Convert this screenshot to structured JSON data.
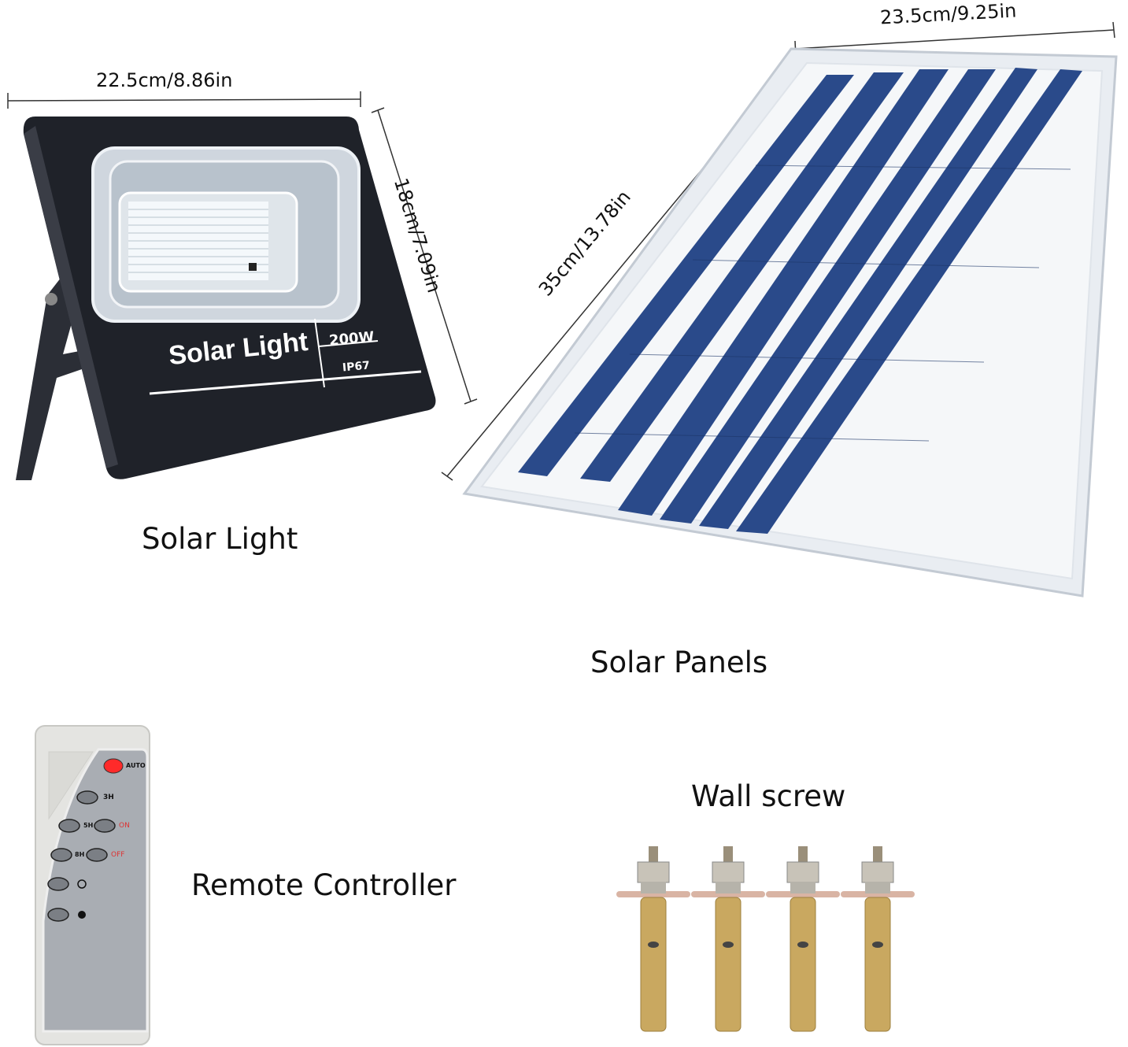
{
  "dimensions": {
    "light_width": "22.5cm/8.86in",
    "light_height": "18cm/7.09in",
    "panel_width": "23.5cm/9.25in",
    "panel_height": "35cm/13.78in"
  },
  "light": {
    "brand_text": "Solar Light",
    "wattage": "200W",
    "rating": "IP67"
  },
  "captions": {
    "solar_light": "Solar Light",
    "solar_panels": "Solar Panels",
    "remote_controller": "Remote Controller",
    "wall_screw": "Wall screw"
  },
  "remote": {
    "buttons": [
      "AUTO",
      "3H",
      "5H",
      "ON",
      "8H",
      "OFF"
    ],
    "icons": [
      "sun-bright-icon",
      "sun-dim-icon"
    ]
  },
  "colors": {
    "light_body": "#1f2229",
    "panel_cell": "#2a4a8a",
    "panel_frame": "#e9edf2",
    "remote_red": "#ff2a2a",
    "screw_gold": "#c9a860"
  }
}
